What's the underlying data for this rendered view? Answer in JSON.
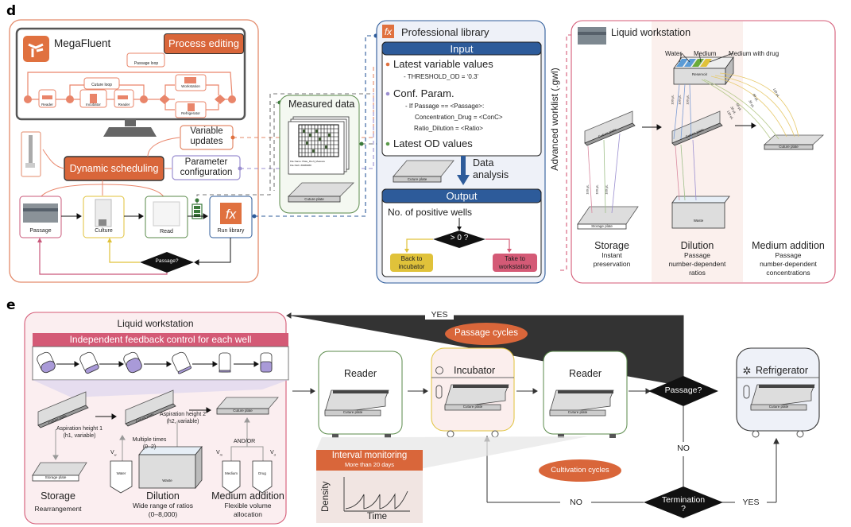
{
  "panel_d": {
    "letter": "d",
    "app": {
      "name": "MegaFluent",
      "process_editing_button": "Process editing",
      "flow": {
        "passage_loop": "Passage loop",
        "culture_loop": "Cuture loop",
        "nodes": [
          "Reader",
          "Incubator",
          "Reader",
          "Workstation",
          "Refrigerator"
        ]
      }
    },
    "variable_updates": "Variable updates",
    "variable_updates_lines": [
      "Variable",
      "updates"
    ],
    "dynamic_scheduling": "Dynamic scheduling",
    "parameter_configuration_lines": [
      "Parameter",
      "configuration"
    ],
    "devices": [
      "Passage",
      "Culture",
      "Read",
      "Run library"
    ],
    "decision": "Passage?",
    "measured_data": {
      "title": "Measured data",
      "file_name": "File Name: Plate_ID+N_Measure",
      "file_path": "File Path: ########",
      "plate_label": "Cuture plate"
    },
    "professional_library": {
      "title": "Professional library",
      "icon_text": "fx",
      "input_header": "Input",
      "inputs": [
        {
          "label": "Latest variable values",
          "detail": [
            "- THRESHOLD_OD = ‘0.3’"
          ],
          "color": "#e0713f"
        },
        {
          "label": "Conf. Param.",
          "detail": [
            "- If Passage == <Passage>:",
            "Concentration_Drug = <ConC>",
            "Ratio_Dilution = <Ratio>"
          ],
          "color": "#9b8fd0"
        },
        {
          "label": "Latest OD values",
          "detail": [],
          "color": "#5a9a4a"
        }
      ],
      "plate_label": "Cuture plate",
      "analysis_lines": [
        "Data",
        "analysis"
      ],
      "output_header": "Output",
      "output_text": "No. of positive wells",
      "decision": "> 0 ?",
      "back_lines": [
        "Back to",
        "incubator"
      ],
      "take_lines": [
        "Take to",
        "workstation"
      ]
    },
    "worklist_label": "Advanced worklist (.gwl)",
    "liquid_workstation": {
      "title": "Liquid workstation",
      "reservoir_labels": [
        "Water",
        "Medium",
        "Medium with drug"
      ],
      "reservoir": "Reservoir",
      "volumes_dilution": [
        "100 μL",
        "100 μL",
        "100 μL"
      ],
      "volumes_medium": [
        "120 μL",
        "80 μL",
        "30 μL",
        "60 μL",
        "30 μL",
        "120 μL"
      ],
      "volumes_storage": [
        "100 μL",
        "100 μL",
        "100 μL"
      ],
      "plates": {
        "culture": "Cuture plate",
        "storage": "Storage plate",
        "waste": "Waste"
      },
      "steps": [
        {
          "title": "Storage",
          "sub": [
            "Instant",
            "preservation"
          ]
        },
        {
          "title": "Dilution",
          "sub": [
            "Passage",
            "number-dependent",
            "ratios"
          ]
        },
        {
          "title": "Medium addition",
          "sub": [
            "Passage",
            "number-dependent",
            "concentrations"
          ]
        }
      ]
    }
  },
  "panel_e": {
    "letter": "e",
    "liquid_workstation": {
      "title": "Liquid workstation",
      "banner": "Independent feedback control for each well",
      "aspiration1": [
        "Aspiration height 1",
        "(h1, variable)"
      ],
      "aspiration2": [
        "Aspiration height 2",
        "(h2, variable)"
      ],
      "multiple": [
        "Multiple times",
        "(0–2)"
      ],
      "and_or": "AND/OR",
      "vw": "V",
      "vw_sub": "w",
      "vm": "V",
      "vm_sub": "m",
      "vd": "V",
      "vd_sub": "d",
      "containers": {
        "water": "Water",
        "waste": "Waste",
        "medium": "Medium",
        "drug": "Drug"
      },
      "plates": {
        "culture": "Cuture plate",
        "storage": "Storage plate"
      },
      "steps": [
        {
          "title": "Storage",
          "sub": [
            "Rearrangement"
          ]
        },
        {
          "title": "Dilution",
          "sub": [
            "Wide range of ratios",
            "(0–8,000)"
          ]
        },
        {
          "title": "Medium addition",
          "sub": [
            "Flexible volume",
            "allocation"
          ]
        }
      ]
    },
    "yes_top": "YES",
    "passage_cycles": "Passage cycles",
    "cultivation_cycles": "Cultivation cycles",
    "reader1": "Reader",
    "incubator": "Incubator",
    "reader2": "Reader",
    "refrigerator": "Refrigerator",
    "plate_label": "Cuture plate",
    "passage_decision": "Passage?",
    "termination_lines": [
      "Termination",
      "?"
    ],
    "no_vertical": "NO",
    "no_horizontal": "NO",
    "yes_right": "YES",
    "interval": {
      "title": "Interval monitoring",
      "subtitle": "More than 20 days",
      "ylabel": "Density",
      "xlabel": "Time"
    }
  },
  "colors": {
    "orange": "#d9663a",
    "orange_light": "#e9856a",
    "blue_dark": "#2d5b9a",
    "green": "#5a8a4a",
    "pink": "#d45a76",
    "yellow": "#e0c23a",
    "lavender": "#9b8fd0"
  }
}
